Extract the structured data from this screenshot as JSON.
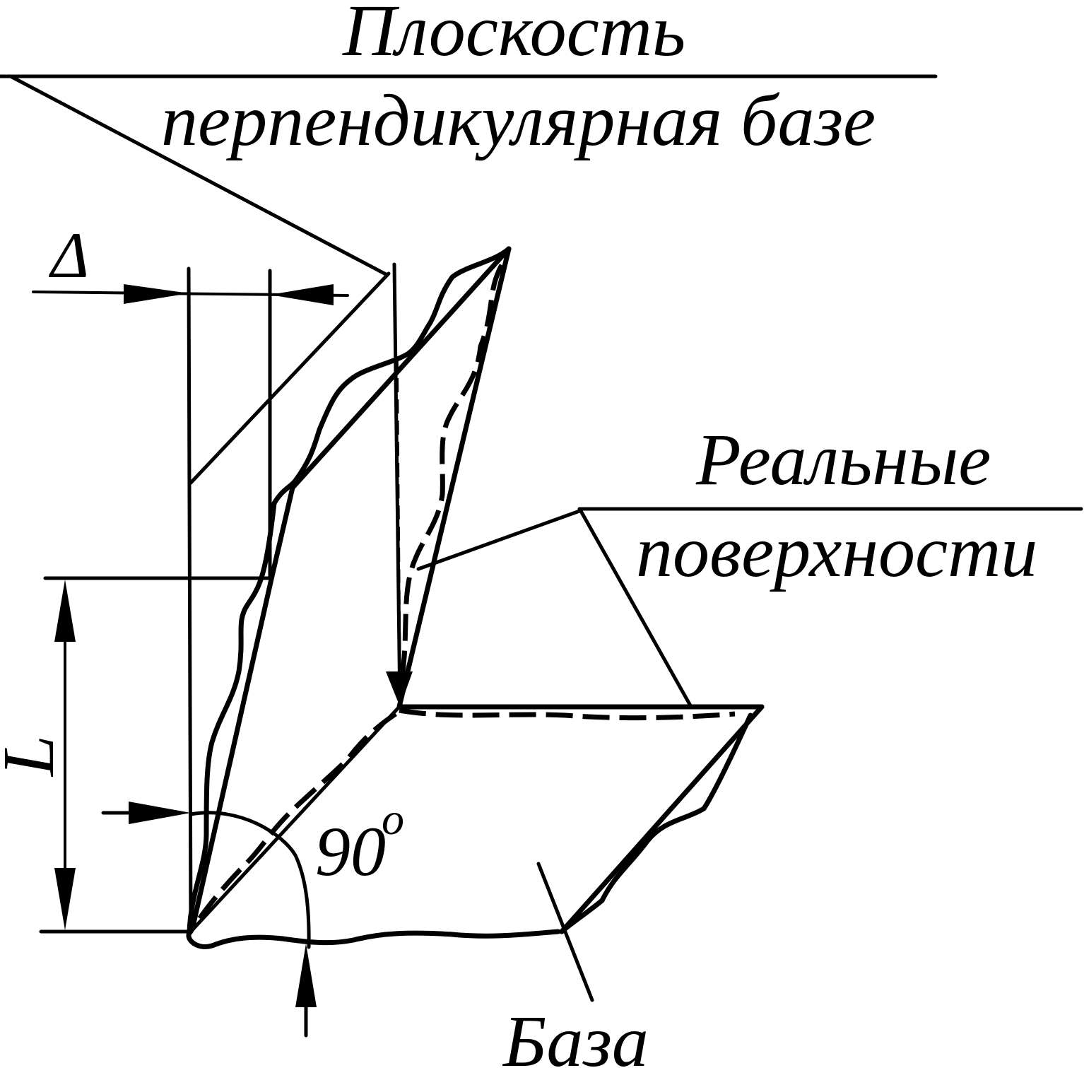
{
  "labels": {
    "plane_line1": "Плоскость",
    "plane_line2": "перпендикулярная базе",
    "surfaces_line1": "Реальные",
    "surfaces_line2": "поверхности",
    "base": "База",
    "delta": "Δ",
    "length": "L",
    "angle": "90",
    "angle_mark": "o"
  },
  "colors": {
    "ink": "#000000",
    "background": "#ffffff"
  }
}
